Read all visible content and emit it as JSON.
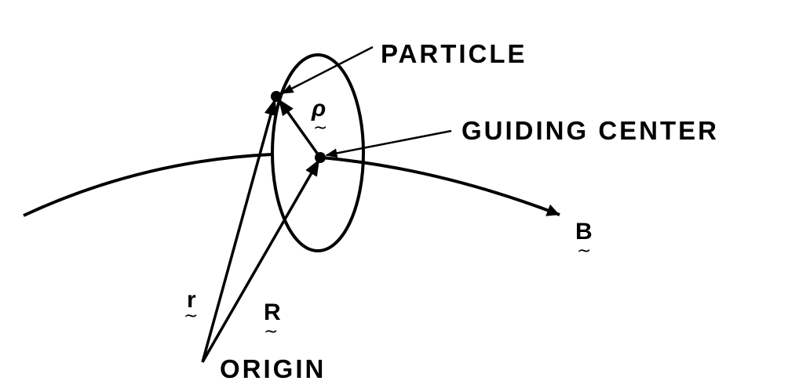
{
  "labels": {
    "particle": "PARTICLE",
    "guiding_center": "GUIDING CENTER",
    "origin": "ORIGIN",
    "rho": "ρ",
    "field": "B",
    "r": "r",
    "R": "R"
  },
  "tilde": "~",
  "colors": {
    "ink": "#000000",
    "background": "#ffffff"
  }
}
